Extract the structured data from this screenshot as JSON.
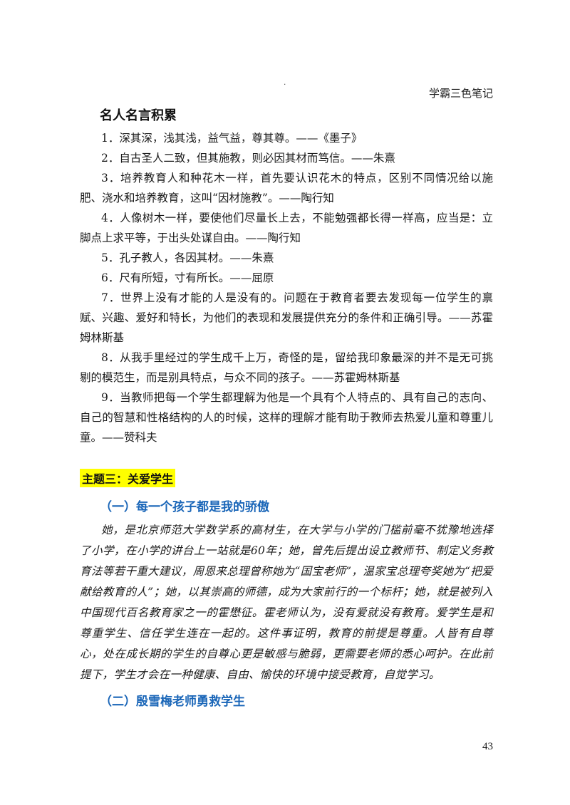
{
  "header": {
    "dot": ".",
    "brand": "学霸三色笔记"
  },
  "section_title": "名人名言积累",
  "quotes": [
    "1．深其深，浅其浅，益气益，尊其尊。——《墨子》",
    "2．自古圣人二致，但其施教，则必因其材而笃信。——朱熹",
    "3．培养教育人和种花木一样，首先要认识花木的特点，区别不同情况给以施肥、浇水和培养教育，这叫“因材施教”。——陶行知",
    "4．人像树木一样，要使他们尽量长上去，不能勉强都长得一样高，应当是：立脚点上求平等，于出头处谋自由。——陶行知",
    "5．孔子教人，各因其材。——朱熹",
    "6．尺有所短，寸有所长。——屈原",
    "7．世界上没有才能的人是没有的。问题在于教育者要去发现每一位学生的禀赋、兴趣、爱好和特长，为他们的表现和发展提供充分的条件和正确引导。——苏霍姆林斯基",
    "8．从我手里经过的学生成千上万，奇怪的是，留给我印象最深的并不是无可挑剔的模范生，而是别具特点，与众不同的孩子。——苏霍姆林斯基",
    "9．当教师把每一个学生都理解为他是一个具有个人特点的、具有自己的志向、自己的智慧和性格结构的人的时候，这样的理解才能有助于教师去热爱儿童和尊重儿童。——赞科夫"
  ],
  "theme_heading": "主题三：关爱学生",
  "subheading1": "（一）每一个孩子都是我的骄傲",
  "story": "她，是北京师范大学数学系的高材生，在大学与小学的门槛前毫不犹豫地选择了小学，在小学的讲台上一站就是60年；她，曾先后提出设立教师节、制定义务教育法等若干重大建议，周恩来总理曾称她为“国宝老师”，温家宝总理夸奖她为“把爱献给教育的人”；她，以其崇高的师德，成为大家前行的一个标杆；她，就是被列入中国现代百名教育家之一的霍懋征。霍老师认为，没有爱就没有教育。爱学生是和尊重学生、信任学生连在一起的。这件事证明，教育的前提是尊重。人皆有自尊心，处在成长期的学生的自尊心更是敏感与脆弱，更需要老师的悉心呵护。在此前提下，学生才会在一种健康、自由、愉快的环境中接受教育，自觉学习。",
  "subheading2": "（二）殷雪梅老师勇救学生",
  "page_number": "43",
  "colors": {
    "accent_blue": "#1a66b8",
    "highlight": "#ffff00"
  }
}
